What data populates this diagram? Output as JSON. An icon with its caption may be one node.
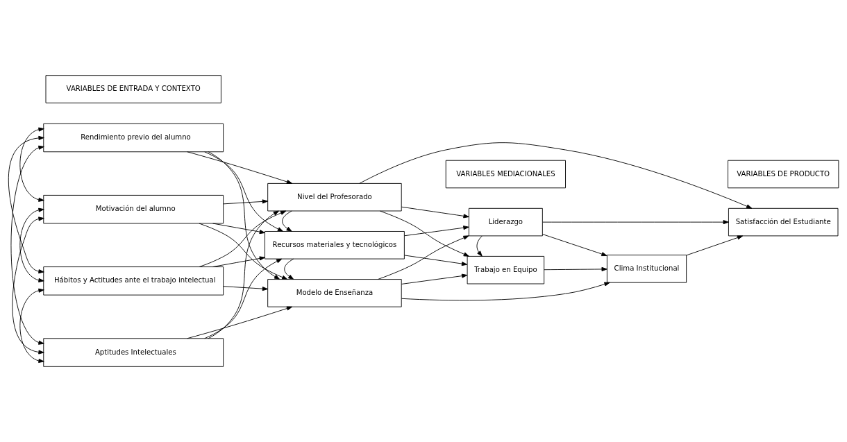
{
  "diagram": {
    "nodes": [
      {
        "text": [
          "VARIABLES DE ENTRADA Y CONTEXTO"
        ]
      },
      {
        "text": [
          "VARIABLES MEDIACIONALES"
        ]
      },
      {
        "text": [
          "VARIABLES DE PRODUCTO"
        ]
      },
      {
        "text": [
          "Rendimiento previo del alumno"
        ]
      },
      {
        "text": [
          "Motivación del alumno"
        ]
      },
      {
        "text": [
          "Hábitos y Actitudes ante el trabajo intelectual"
        ]
      },
      {
        "text": [
          "Aptitudes Intelectuales"
        ]
      },
      {
        "text": [
          "Nivel del Profesorado"
        ]
      },
      {
        "text": [
          "Recursos materiales y tecnológicos"
        ]
      },
      {
        "text": [
          "Modelo de Enseñanza"
        ]
      },
      {
        "text": [
          "Liderazgo"
        ]
      },
      {
        "text": [
          "Satisfacción del Estudiante"
        ]
      },
      {
        "text": [
          "Clima Institucional"
        ]
      },
      {
        "text": [
          "Trabajo en Equipo"
        ]
      }
    ],
    "edges": [
      {
        "from": 3,
        "to": 4,
        "arrow": "both"
      },
      {
        "from": 3,
        "to": 5,
        "arrow": "both"
      },
      {
        "from": 3,
        "to": 6,
        "arrow": "both"
      },
      {
        "from": 4,
        "to": 5,
        "arrow": "both"
      },
      {
        "from": 4,
        "to": 6,
        "arrow": "both"
      },
      {
        "from": 5,
        "to": 6,
        "arrow": "both"
      },
      {
        "from": 3,
        "to": 7,
        "arrow": "to"
      },
      {
        "from": 3,
        "to": 8,
        "arrow": "to"
      },
      {
        "from": 3,
        "to": 9,
        "arrow": "to"
      },
      {
        "from": 4,
        "to": 7,
        "arrow": "to"
      },
      {
        "from": 4,
        "to": 8,
        "arrow": "to"
      },
      {
        "from": 4,
        "to": 9,
        "arrow": "to"
      },
      {
        "from": 5,
        "to": 7,
        "arrow": "to"
      },
      {
        "from": 5,
        "to": 8,
        "arrow": "to"
      },
      {
        "from": 5,
        "to": 9,
        "arrow": "to"
      },
      {
        "from": 6,
        "to": 7,
        "arrow": "to"
      },
      {
        "from": 6,
        "to": 8,
        "arrow": "to"
      },
      {
        "from": 6,
        "to": 9,
        "arrow": "to"
      },
      {
        "from": 7,
        "to": 8,
        "arrow": "to"
      },
      {
        "from": 8,
        "to": 9,
        "arrow": "to"
      },
      {
        "from": 7,
        "to": 10,
        "arrow": "to"
      },
      {
        "from": 7,
        "to": 11,
        "arrow": "to"
      },
      {
        "from": 7,
        "to": 13,
        "arrow": "to"
      },
      {
        "from": 8,
        "to": 10,
        "arrow": "to"
      },
      {
        "from": 8,
        "to": 13,
        "arrow": "to"
      },
      {
        "from": 9,
        "to": 10,
        "arrow": "to"
      },
      {
        "from": 9,
        "to": 12,
        "arrow": "to"
      },
      {
        "from": 9,
        "to": 13,
        "arrow": "to"
      },
      {
        "from": 10,
        "to": 11,
        "arrow": "to"
      },
      {
        "from": 10,
        "to": 13,
        "arrow": "to"
      },
      {
        "from": 10,
        "to": 12,
        "arrow": "to"
      },
      {
        "from": 13,
        "to": 12,
        "arrow": "to"
      },
      {
        "from": 12,
        "to": 11,
        "arrow": "to"
      }
    ]
  }
}
